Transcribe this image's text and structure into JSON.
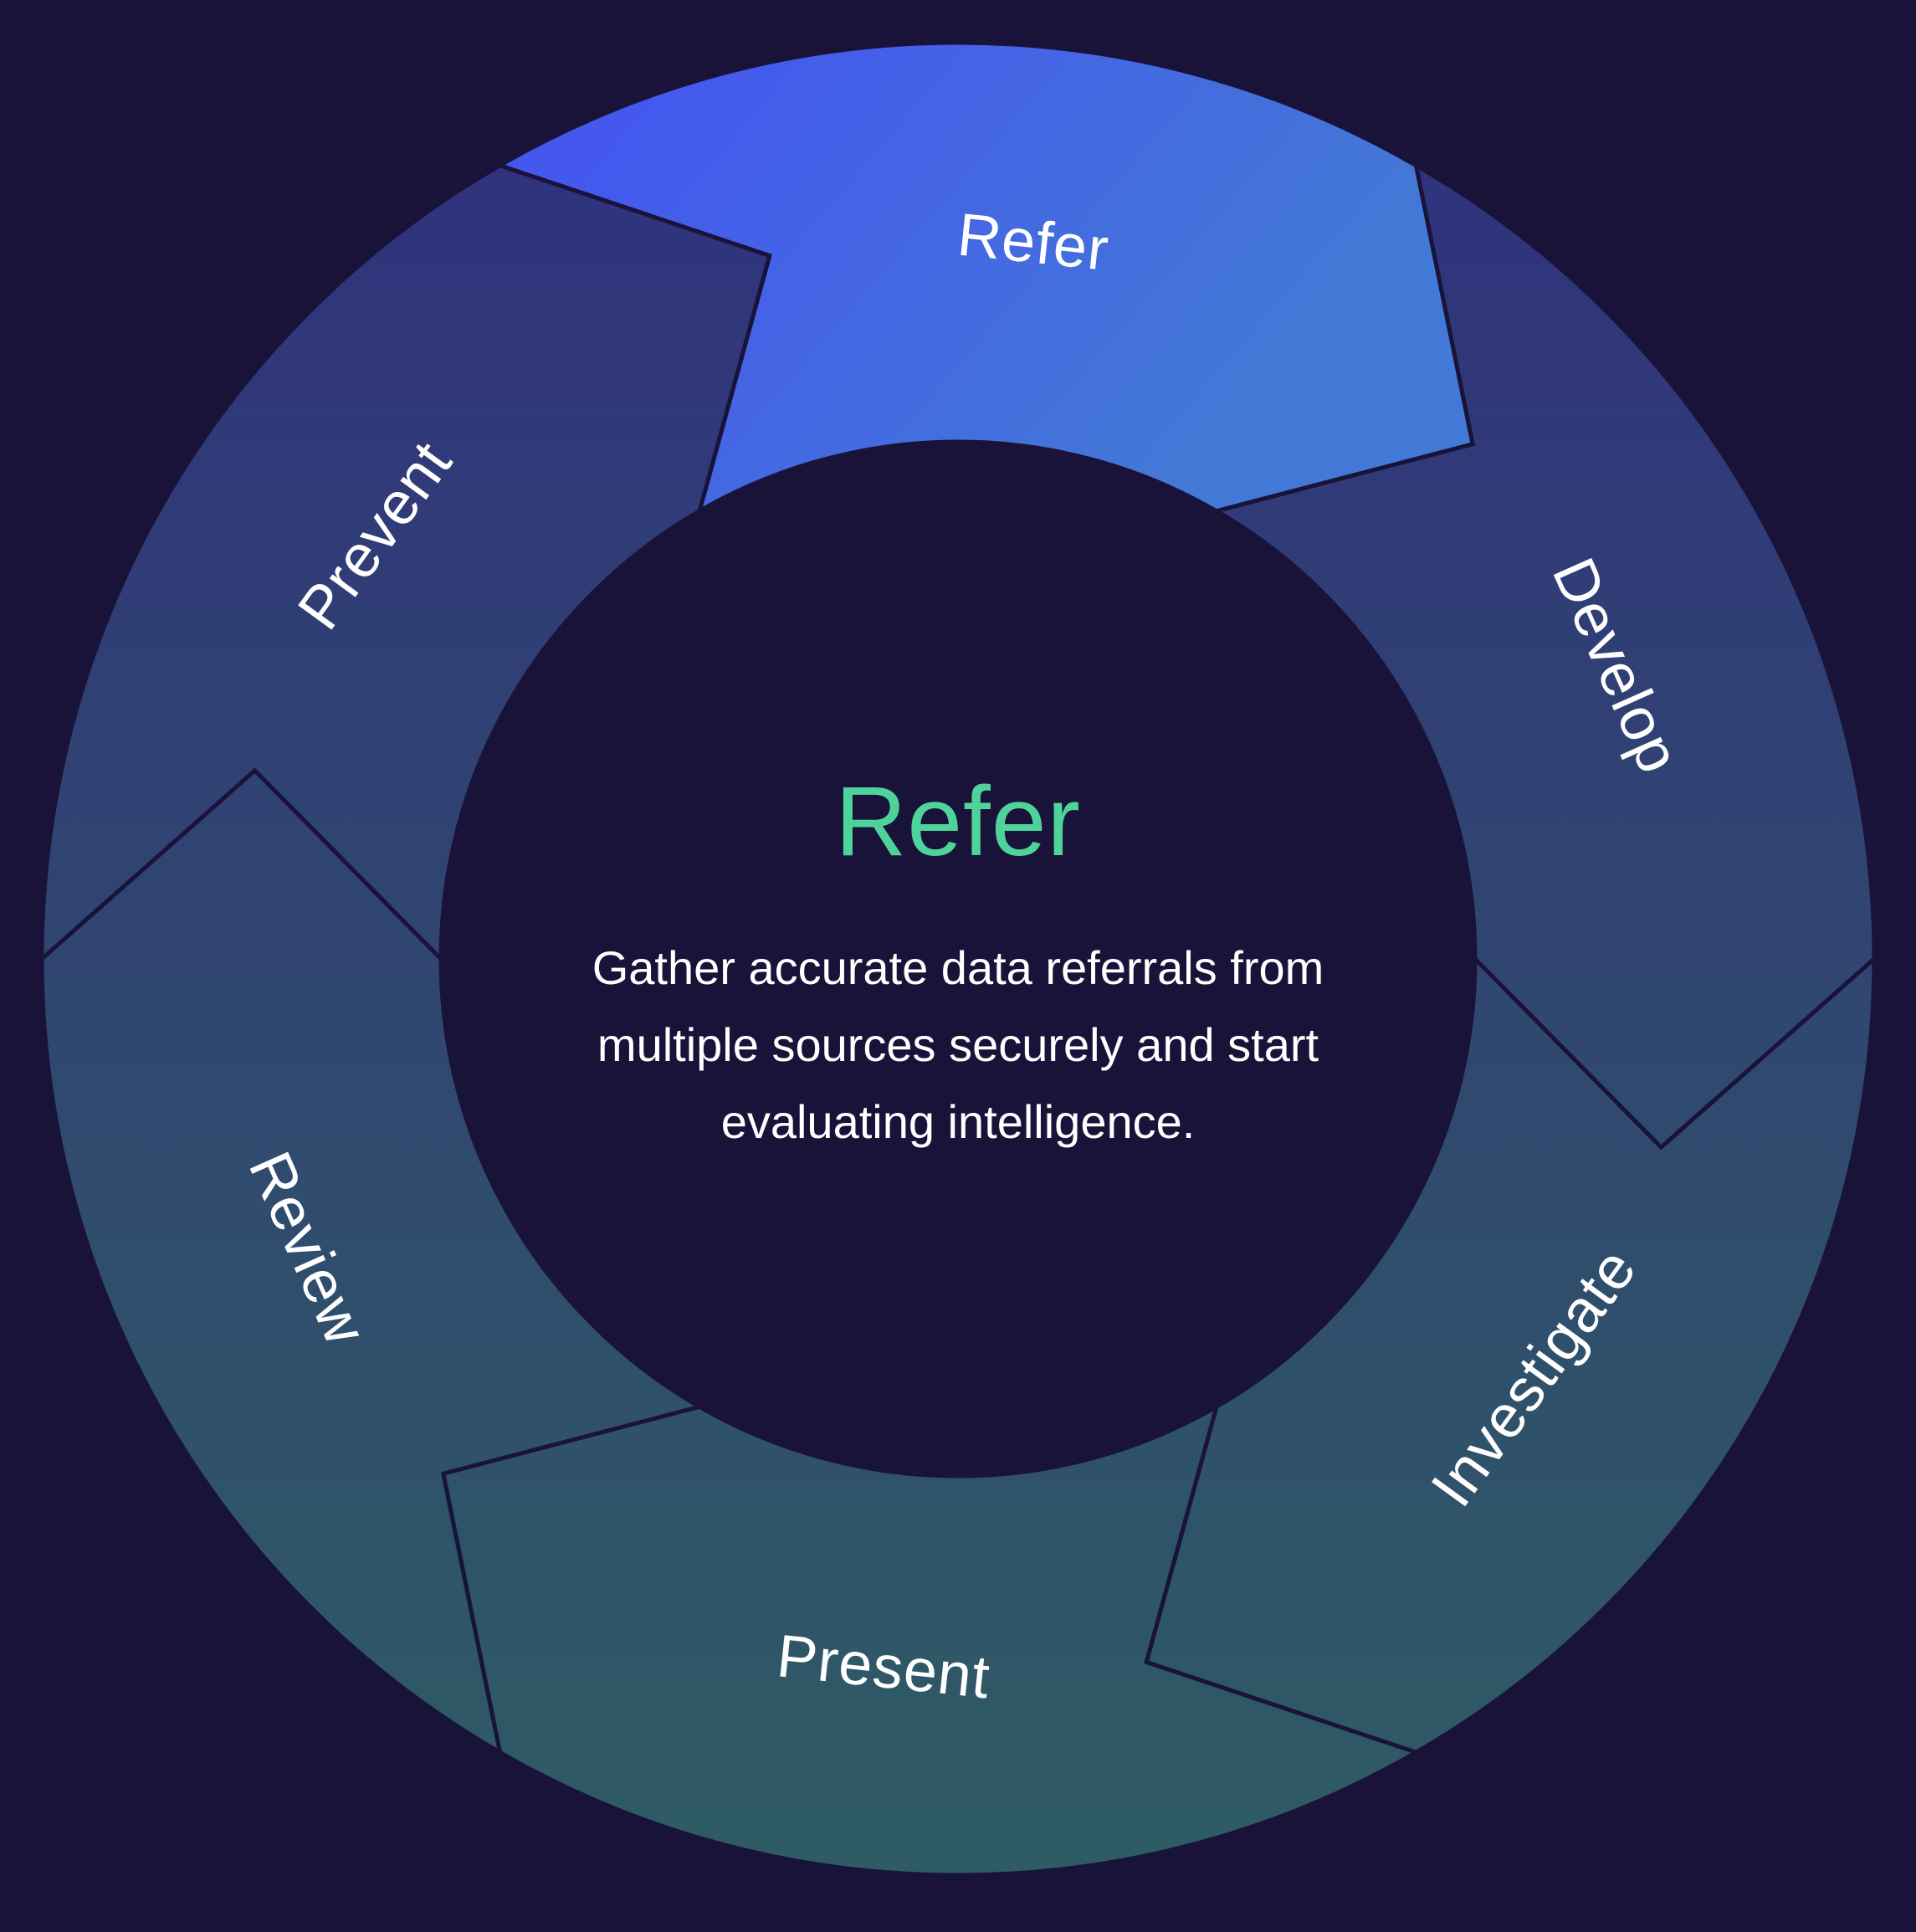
{
  "colors": {
    "background": "#1a1339",
    "active_segment_top": "#4458ee",
    "active_segment_bottom": "#4379d6",
    "ring_top": "#30307e",
    "ring_bottom": "#2f5c64",
    "title_accent": "#4ed49a",
    "text": "#ffffff"
  },
  "cycle": {
    "segments": [
      {
        "id": "refer",
        "label": "Refer",
        "active": true
      },
      {
        "id": "develop",
        "label": "Develop",
        "active": false
      },
      {
        "id": "investigate",
        "label": "Investigate",
        "active": false
      },
      {
        "id": "present",
        "label": "Present",
        "active": false
      },
      {
        "id": "review",
        "label": "Review",
        "active": false
      },
      {
        "id": "prevent",
        "label": "Prevent",
        "active": false
      }
    ]
  },
  "center": {
    "title": "Refer",
    "description_lines": [
      "Gather accurate data referrals from",
      "multiple sources securely and start",
      "evaluating intelligence."
    ]
  }
}
